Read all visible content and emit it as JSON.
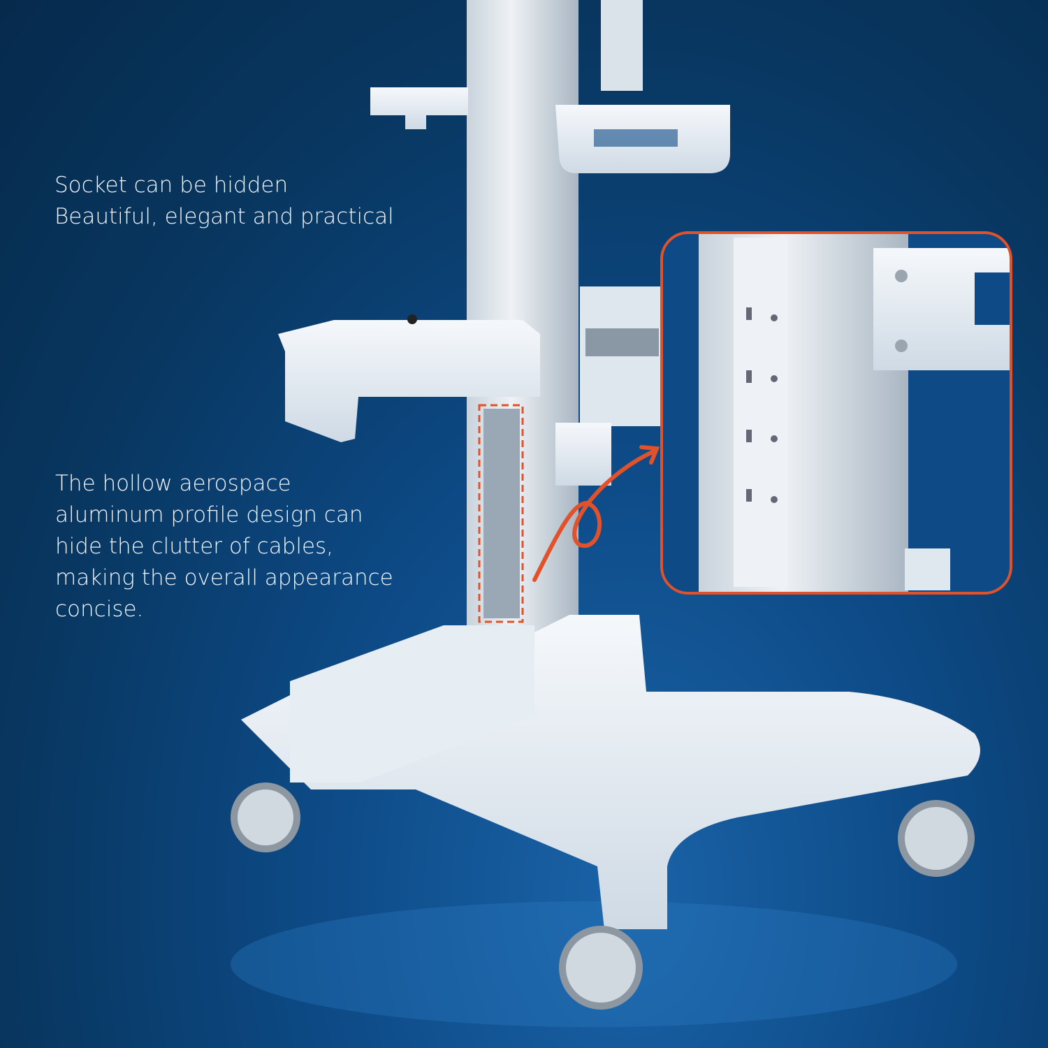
{
  "captions": {
    "socket": [
      "Socket can be hidden",
      "Beautiful, elegant and practical"
    ],
    "profile": [
      "The hollow aerospace",
      "aluminum profile design can",
      "hide the clutter of cables,",
      "making the overall appearance",
      "concise."
    ]
  },
  "colors": {
    "background": "#0d4a86",
    "accent": "#e2522a",
    "product": "#e8eef4"
  }
}
